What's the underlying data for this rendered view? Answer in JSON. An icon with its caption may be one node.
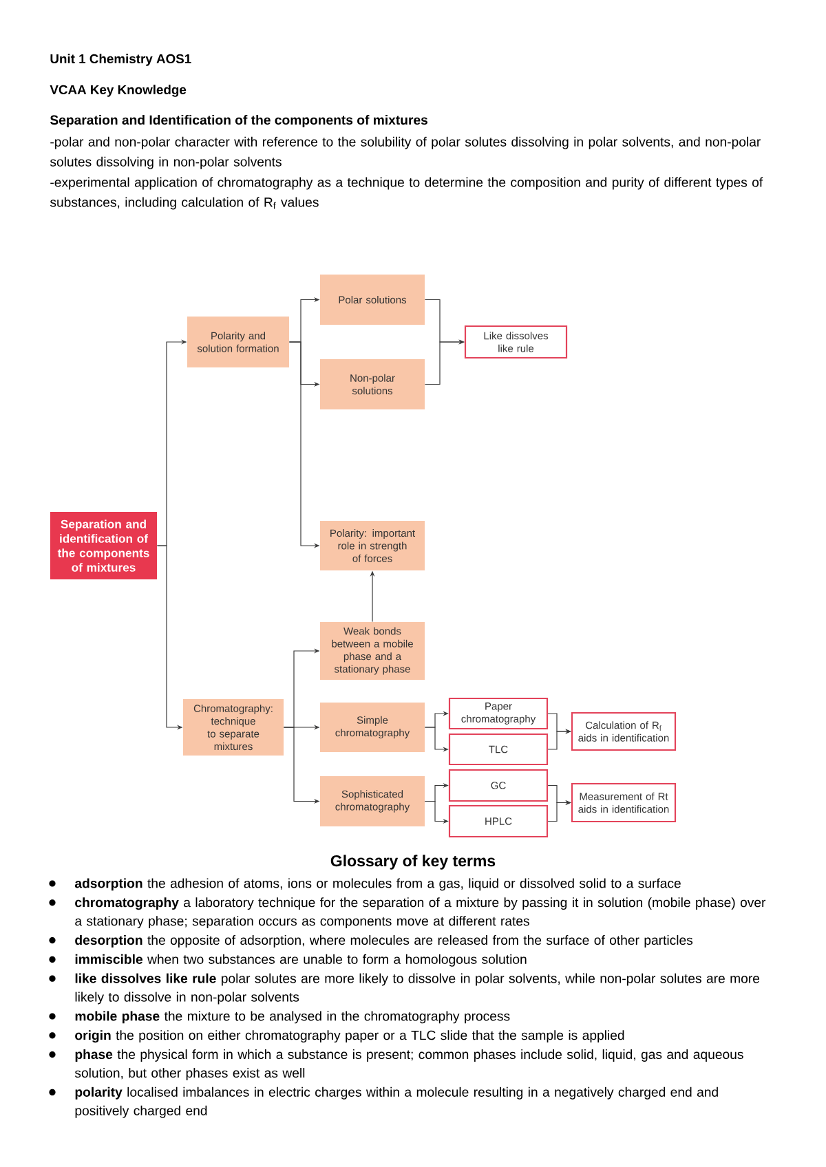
{
  "diagram": {
    "title": "Unit 1 Chemistry AOS1",
    "nodes": [
      {
        "text": [
          "Separation and identification of the components of mixtures"
        ]
      },
      {
        "text": [
          "Polarity and solution formation"
        ]
      },
      {
        "text": [
          "Polar solutions"
        ]
      },
      {
        "text": [
          "Non-polar solutions"
        ]
      },
      {
        "text": [
          "Like dissolves like rule"
        ]
      },
      {
        "text": [
          "Polarity: important role in strength of forces"
        ]
      },
      {
        "text": [
          "Chromatography: technique to separate mixtures"
        ]
      },
      {
        "text": [
          "Weak bonds between a mobile phase and a stationary phase"
        ]
      },
      {
        "text": [
          "Simple chromatography"
        ]
      },
      {
        "text": [
          "Sophisticated chromatography"
        ]
      },
      {
        "text": [
          "Paper chromatography"
        ]
      },
      {
        "text": [
          "TLC"
        ]
      },
      {
        "text": [
          "GC"
        ]
      },
      {
        "text": [
          "HPLC"
        ]
      },
      {
        "text": [
          "Calculation of R$_{f}$ aids in identification"
        ]
      },
      {
        "text": [
          "Measurement of Rt aids in identification"
        ]
      }
    ],
    "edges": [
      {
        "from": 0,
        "to": 1,
        "arrow": "to"
      },
      {
        "from": 0,
        "to": 6,
        "arrow": "to"
      },
      {
        "from": 1,
        "to": 2,
        "arrow": "to"
      },
      {
        "from": 1,
        "to": 3,
        "arrow": "to"
      },
      {
        "from": 1,
        "to": 5,
        "arrow": "to"
      },
      {
        "from": 2,
        "to": 4,
        "arrow": "to"
      },
      {
        "from": 3,
        "to": 4,
        "arrow": "to"
      },
      {
        "from": 7,
        "to": 5,
        "arrow": "to"
      },
      {
        "from": 6,
        "to": 7,
        "arrow": "to"
      },
      {
        "from": 6,
        "to": 8,
        "arrow": "to"
      },
      {
        "from": 6,
        "to": 9,
        "arrow": "to"
      },
      {
        "from": 8,
        "to": 10,
        "arrow": "to"
      },
      {
        "from": 8,
        "to": 11,
        "arrow": "to"
      },
      {
        "from": 10,
        "to": 14,
        "arrow": "to"
      },
      {
        "from": 11,
        "to": 14,
        "arrow": "to"
      },
      {
        "from": 9,
        "to": 12,
        "arrow": "to"
      },
      {
        "from": 9,
        "to": 13,
        "arrow": "to"
      },
      {
        "from": 12,
        "to": 15,
        "arrow": "to"
      },
      {
        "from": 13,
        "to": 15,
        "arrow": "to"
      }
    ],
    "labels": [
      "VCAA Key Knowledge",
      "Separation and Identification of the components of mixtures",
      "-polar and non-polar character with reference to the solubility of polar solutes dissolving in polar solvents, and non-polar solutes dissolving in non-polar solvents",
      "-experimental application of chromatography as a technique to determine the composition and purity of different types of substances, including calculation of R$_{f}$ values",
      "Glossary of key terms",
      "**adsorption** the adhesion of atoms, ions or molecules from a gas, liquid or dissolved solid to a surface",
      "**chromatography** a laboratory technique for the separation of a mixture by passing it in solution (mobile phase) over a stationary phase; separation occurs as components move at different rates",
      "**desorption** the opposite of adsorption, where molecules are released from the surface of other particles",
      "**immiscible** when two substances are unable to form a homologous solution",
      "**like dissolves like rule** polar solutes are more likely to dissolve in polar solvents, while non-polar solutes are more likely to dissolve in non-polar solvents",
      "**mobile phase** the mixture to be analysed in the chromatography process",
      "**origin** the position on either chromatography paper or a TLC slide that the sample is applied",
      "**phase** the physical form in which a substance is present; common phases include solid, liquid, gas and aqueous solution, but other phases exist as well",
      "**polarity** localised imbalances in electric charges within a molecule resulting in a negatively charged end and positively charged end"
    ]
  }
}
